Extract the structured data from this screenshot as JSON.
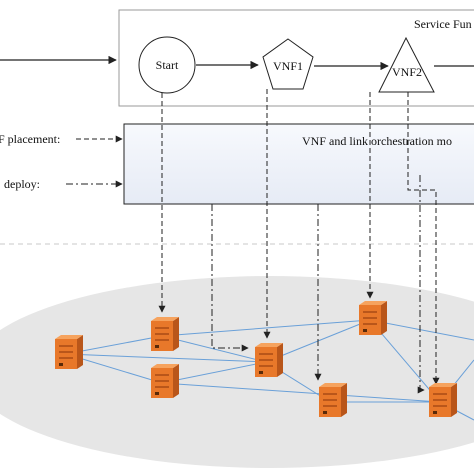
{
  "service_chain": {
    "title": "Service Fun",
    "nodes": {
      "start": "Start",
      "vnf1": "VNF1",
      "vnf2": "VNF2"
    }
  },
  "orchestration": {
    "label": "VNF and link orchestration mo"
  },
  "side_labels": {
    "placement": "F placement:",
    "deploy": "deploy:"
  },
  "colors": {
    "server_body": "#e8782a",
    "server_dark": "#b9561a",
    "server_light": "#f6a35e",
    "link": "#6aa0d8",
    "ellipse_fill": "#e6e6e6",
    "orch_fill": "#f2f5fb",
    "line": "#222222"
  }
}
